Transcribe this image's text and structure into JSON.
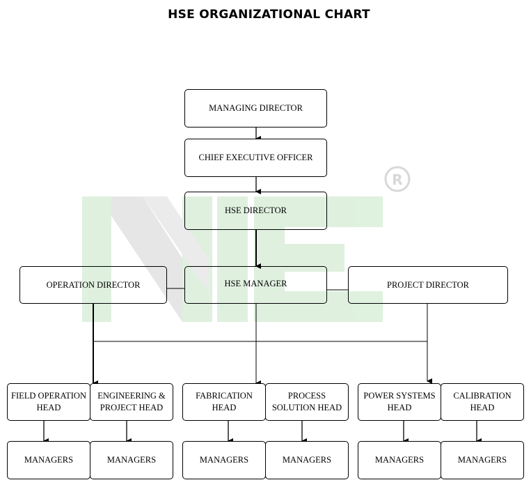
{
  "title": "HSE ORGANIZATIONAL CHART",
  "colors": {
    "watermark_green": "#d9f0d9",
    "watermark_gray": "#e8e8e8",
    "line": "#000000"
  },
  "nodes": {
    "managing_director": "MANAGING DIRECTOR",
    "ceo": "CHIEF EXECUTIVE OFFICER",
    "hse_director": "HSE DIRECTOR",
    "hse_manager": "HSE MANAGER",
    "operation_director": "OPERATION DIRECTOR",
    "project_director": "PROJECT DIRECTOR",
    "field_operation_head": "FIELD OPERATION HEAD",
    "engineering_project_head": "ENGINEERING & PROJECT HEAD",
    "fabrication_head": "FABRICATION HEAD",
    "process_solution_head": "PROCESS SOLUTION HEAD",
    "power_systems_head": "POWER SYSTEMS HEAD",
    "calibration_head": "CALIBRATION HEAD",
    "managers_1": "MANAGERS",
    "managers_2": "MANAGERS",
    "managers_3": "MANAGERS",
    "managers_4": "MANAGERS",
    "managers_5": "MANAGERS",
    "managers_6": "MANAGERS"
  }
}
